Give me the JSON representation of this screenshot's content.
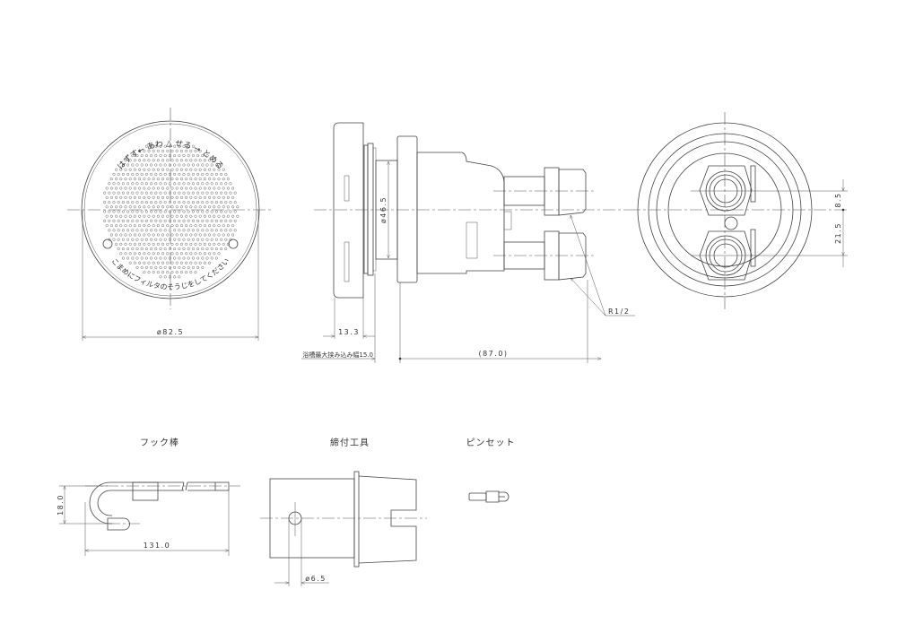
{
  "front_view": {
    "top_arc_text": "はずす← あわ △ せる → とめる",
    "bottom_arc_text": "こまめにフィルタのそうじをしてください",
    "diameter_label": "ø82.5"
  },
  "side_view": {
    "diameter_label": "ø46.5",
    "flange_dim_label": "13.3",
    "max_clamp_label": "浴槽最大挟み込み幅15.0",
    "length_label": "(87.0)",
    "thread_label": "R1/2"
  },
  "rear_view": {
    "offset_label": "8.5",
    "spacing_label": "21.5"
  },
  "accessories": {
    "hook_title": "フック棒",
    "hook_height_label": "18.0",
    "hook_length_label": "131.0",
    "tool_title": "締付工具",
    "tool_hole_label": "ø6.5",
    "tweezers_title": "ピンセット"
  }
}
